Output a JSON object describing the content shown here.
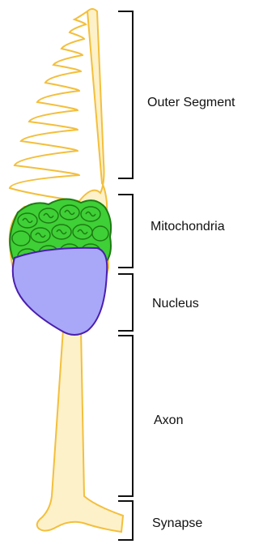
{
  "labels": {
    "outer_segment": "Outer Segment",
    "mitochondria": "Mitochondria",
    "nucleus": "Nucleus",
    "axon": "Axon",
    "synapse": "Synapse"
  },
  "colors": {
    "cell_fill": "#fdf1c9",
    "cell_outline": "#f3bf3c",
    "mitochondria_fill": "#3fcf36",
    "mitochondria_outline": "#1d7b14",
    "nucleus_fill": "#a9a7f8",
    "nucleus_outline": "#4b1fb0",
    "bracket": "#111111"
  }
}
